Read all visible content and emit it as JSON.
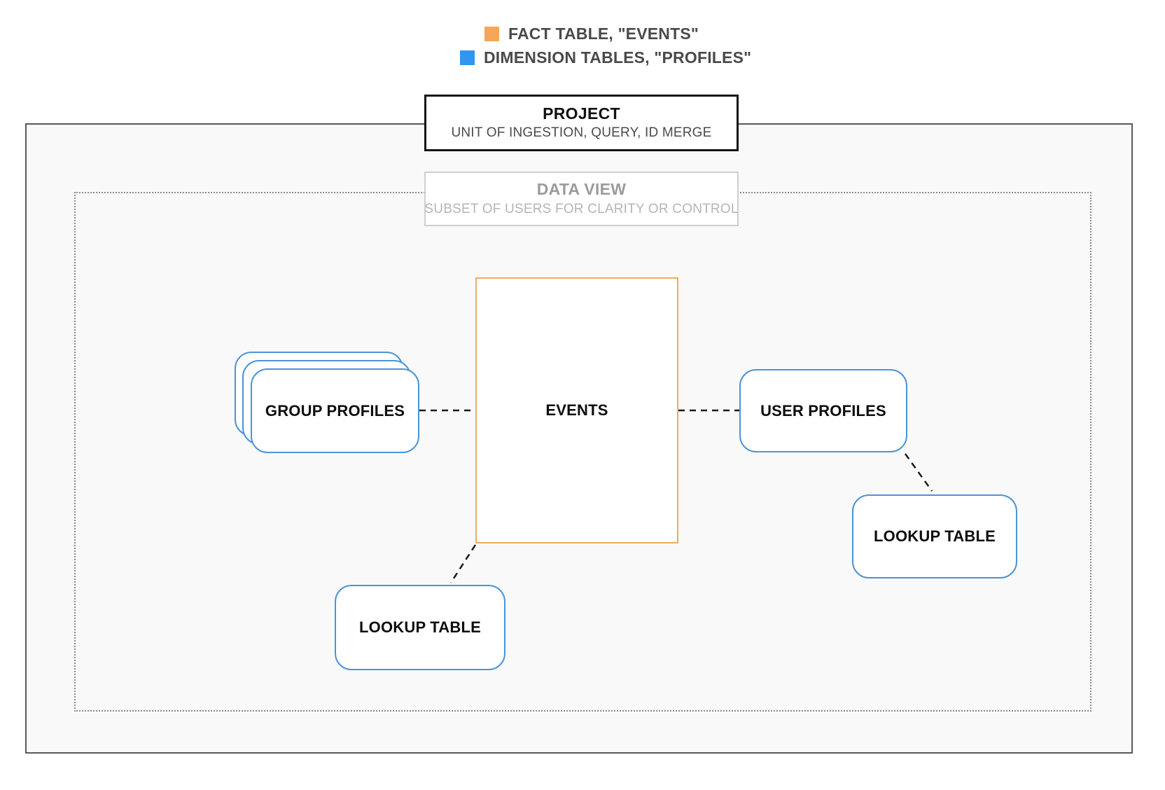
{
  "legend": {
    "fact": {
      "label": "FACT TABLE, \"EVENTS\"",
      "color": "#F4A65A"
    },
    "dimension": {
      "label": "DIMENSION TABLES, \"PROFILES\"",
      "color": "#3295F0"
    }
  },
  "project_box": {
    "title": "PROJECT",
    "subtitle": "UNIT OF INGESTION, QUERY, ID MERGE"
  },
  "data_view_box": {
    "title": "DATA VIEW",
    "subtitle": "SUBSET OF USERS FOR CLARITY OR CONTROL"
  },
  "nodes": {
    "events": {
      "label": "EVENTS",
      "border_color": "#F0AB63"
    },
    "group_profiles": {
      "label": "GROUP PROFILES",
      "border_color": "#4A94D9"
    },
    "user_profiles": {
      "label": "USER PROFILES",
      "border_color": "#4A94D9"
    },
    "lookup_table_bottom": {
      "label": "LOOKUP TABLE",
      "border_color": "#4A94D9"
    },
    "lookup_table_right": {
      "label": "LOOKUP TABLE",
      "border_color": "#4A94D9"
    }
  },
  "colors": {
    "outer_border": "#595959",
    "dotted_border": "#8a8a8a",
    "diagram_background": "#f9f9f9",
    "connector": "#1a1a1a"
  }
}
